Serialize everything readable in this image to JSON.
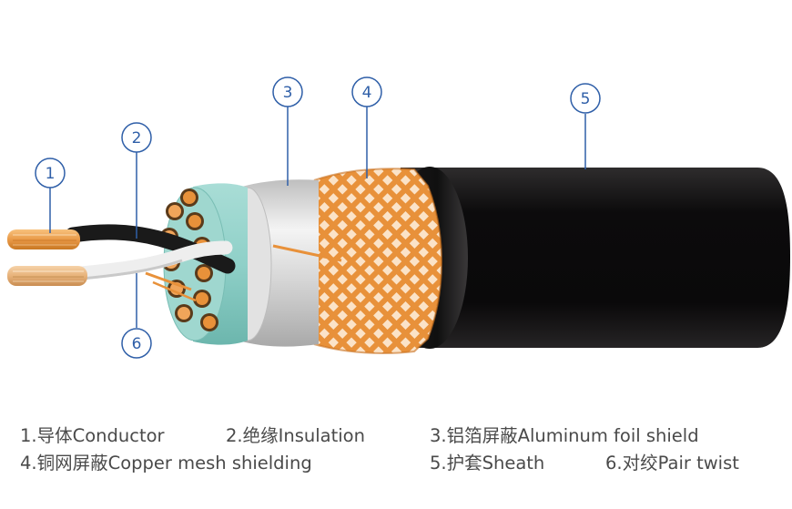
{
  "callouts": [
    {
      "number": "1"
    },
    {
      "number": "2"
    },
    {
      "number": "3"
    },
    {
      "number": "4"
    },
    {
      "number": "5"
    },
    {
      "number": "6"
    }
  ],
  "legend": [
    "1.导体Conductor",
    "2.绝缘Insulation",
    "3.铝箔屏蔽Aluminum foil shield",
    "4.铜网屏蔽Copper mesh shielding",
    "5.护套Sheath",
    "6.对绞Pair twist"
  ],
  "colors": {
    "sheath": "#0c0b0c",
    "copper": "#e8913a",
    "foil": "#d9d9d9",
    "teal_filler": "#8fd0c8",
    "callout": "#2f5fa8",
    "legend_text": "#4a4a4a"
  }
}
